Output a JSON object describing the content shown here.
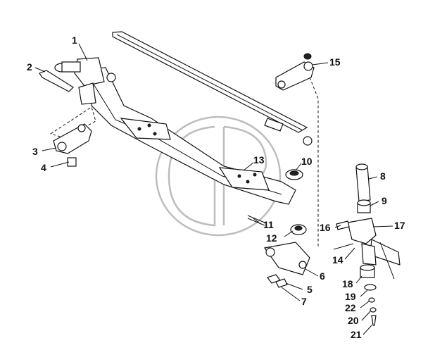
{
  "diagram": {
    "watermark_icon": "gp-logo-watermark",
    "callouts": [
      {
        "id": "c1",
        "text": "1"
      },
      {
        "id": "c2",
        "text": "2"
      },
      {
        "id": "c3",
        "text": "3"
      },
      {
        "id": "c4",
        "text": "4"
      },
      {
        "id": "c5",
        "text": "5"
      },
      {
        "id": "c6",
        "text": "6"
      },
      {
        "id": "c7",
        "text": "7"
      },
      {
        "id": "c8",
        "text": "8"
      },
      {
        "id": "c9",
        "text": "9"
      },
      {
        "id": "c10",
        "text": "10"
      },
      {
        "id": "c11",
        "text": "11"
      },
      {
        "id": "c12",
        "text": "12"
      },
      {
        "id": "c13",
        "text": "13"
      },
      {
        "id": "c14",
        "text": "14"
      },
      {
        "id": "c15",
        "text": "15"
      },
      {
        "id": "c16",
        "text": "16"
      },
      {
        "id": "c17",
        "text": "17"
      },
      {
        "id": "c18",
        "text": "18"
      },
      {
        "id": "c19",
        "text": "19"
      },
      {
        "id": "c20",
        "text": "20"
      },
      {
        "id": "c21",
        "text": "21"
      },
      {
        "id": "c22",
        "text": "22"
      }
    ]
  }
}
